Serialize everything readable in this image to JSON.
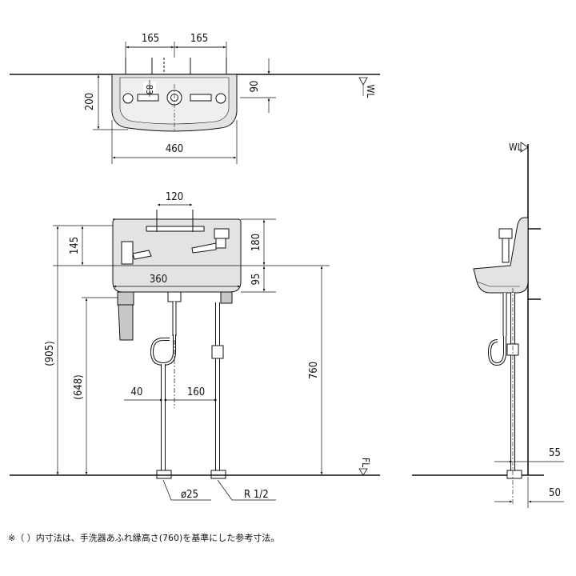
{
  "colors": {
    "line": "#111111",
    "fill": "#e3e3e3",
    "fill_dark": "#c8c8c8",
    "background": "#ffffff"
  },
  "plan_view": {
    "dim_left_offset": "165",
    "dim_right_offset": "165",
    "dim_height": "200",
    "dim_back_depth": "90",
    "dim_drain_offset": "83",
    "dim_width": "460",
    "label_water_level": "WL"
  },
  "front_view": {
    "dim_faucet_spacing": "120",
    "dim_upper": "145",
    "dim_bowl_height": "180",
    "dim_lower": "95",
    "dim_bowl_inner_width": "360",
    "dim_total_height": "(905)",
    "dim_rim_reference": "(648)",
    "dim_rim_height": "760",
    "dim_drain_offset": "40",
    "dim_pipe_spacing": "160",
    "label_drain_size": "ø25",
    "label_supply_size": "R 1/2",
    "label_floor_level": "FL"
  },
  "side_view": {
    "label_water_level": "WL",
    "dim_pipe_projection": "55",
    "dim_wall_offset": "50"
  },
  "footnote": "※（ ）内寸法は、手洗器あふれ縁高さ(760)を基準にした参考寸法。"
}
